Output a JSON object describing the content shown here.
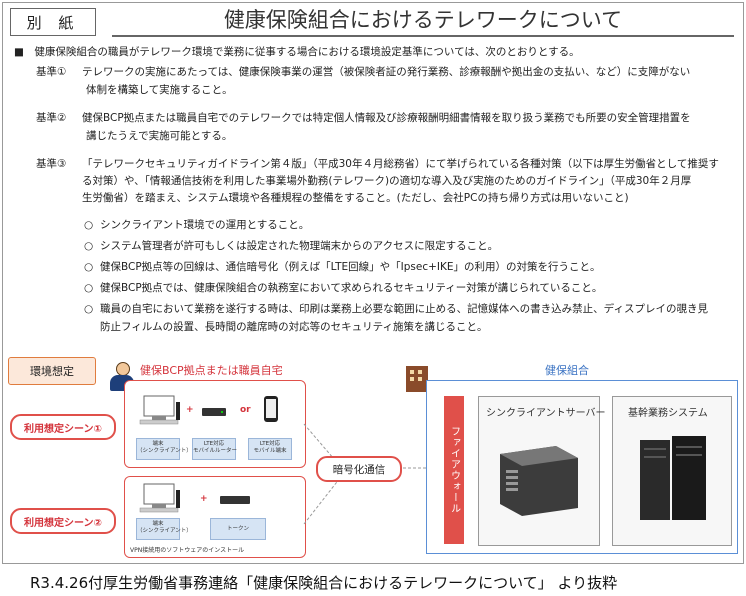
{
  "header": {
    "tag": "別 紙",
    "title": "健康保険組合におけるテレワークについて"
  },
  "intro": "■　健康保険組合の職員がテレワーク環境で業務に従事する場合における環境設定基準については、次のとおりとする。",
  "criteria": [
    {
      "label": "基準①",
      "lines": [
        "テレワークの実施にあたっては、健康保険事業の運営（被保険者証の発行業務、診療報酬や拠出金の支払い、など）に支障がない",
        "体制を構築して実施すること。"
      ]
    },
    {
      "label": "基準②",
      "lines": [
        "健保BCP拠点または職員自宅でのテレワークでは特定個人情報及び診療報酬明細書情報を取り扱う業務でも所要の安全管理措置を",
        "講じたうえで実施可能とする。"
      ]
    },
    {
      "label": "基準③",
      "lines": [
        "「テレワークセキュリティガイドライン第４版」（平成30年４月総務省）にて挙げられている各種対策（以下は厚生労働省として推奨す",
        "る対策）や、「情報通信技術を利用した事業場外勤務(テレワーク)の適切な導入及び実施のためのガイドライン」（平成30年２月厚",
        "生労働省）を踏まえ、システム環境や各種規程の整備をすること。(ただし、会社PCの持ち帰り方式は用いないこと)"
      ]
    }
  ],
  "bullets": [
    {
      "mark": "○",
      "lines": [
        "シンクライアント環境での運用とすること。"
      ]
    },
    {
      "mark": "○",
      "lines": [
        "システム管理者が許可もしくは設定された物理端末からのアクセスに限定すること。"
      ]
    },
    {
      "mark": "○",
      "lines": [
        "健保BCP拠点等の回線は、通信暗号化（例えば「LTE回線」や「Ipsec+IKE」の利用）の対策を行うこと。"
      ]
    },
    {
      "mark": "○",
      "lines": [
        "健保BCP拠点では、健康保険組合の執務室において求められるセキュリティー対策が講じられていること。"
      ]
    },
    {
      "mark": "○",
      "lines": [
        "職員の自宅において業務を遂行する時は、印刷は業務上必要な範囲に止める、記憶媒体への書き込み禁止、ディスプレイの覗き見",
        "防止フィルムの設置、長時間の離席時の対応等のセキュリティ施策を講じること。"
      ]
    }
  ],
  "diagram": {
    "env_tag": "環境想定",
    "bcp_label": "健保BCP拠点または職員自宅",
    "scene1": "利用想定シーン①",
    "scene2": "利用想定シーン②",
    "scene1_items": {
      "plus": "+",
      "or": "or",
      "thin_client": "端末\n（シンクライアント）",
      "lte_router": "LTE対応\nモバイルルーター",
      "lte_device": "LTE対応\nモバイル端末"
    },
    "scene2_items": {
      "plus": "+",
      "thin_client": "端末\n（シンクライアント）",
      "token": "トークン",
      "vpn_note": "VPN接続用のソフトウェアのインストール"
    },
    "encryption": "暗号化通信",
    "union_label": "健保組合",
    "firewall": "ファイアウォール",
    "tc_server": "シンクライアントサーバー",
    "core_system": "基幹業務システム"
  },
  "caption": "R3.4.26付厚生労働省事務連絡「健康保険組合におけるテレワークについて」 より抜粋",
  "colors": {
    "red": "#e0504a",
    "blue": "#5b8fd6",
    "orange": "#e07c3e"
  }
}
